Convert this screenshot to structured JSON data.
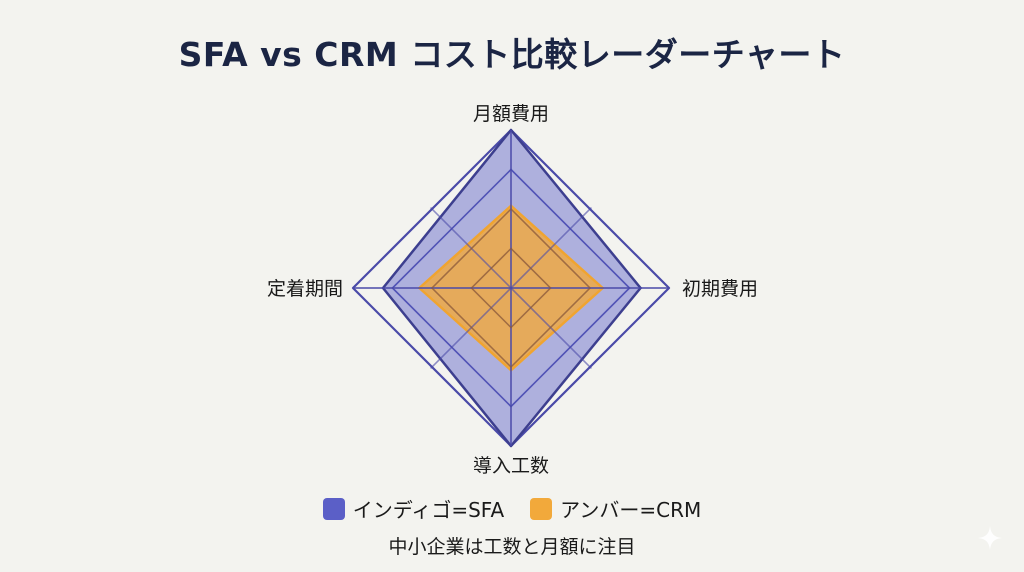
{
  "chart_data": {
    "type": "radar",
    "title": "SFA vs CRM コスト比較レーダーチャート",
    "axes": [
      "月額費用",
      "初期費用",
      "導入工数",
      "定着期間"
    ],
    "range": [
      0,
      1
    ],
    "grid_levels": [
      0.25,
      0.5,
      0.75,
      1.0
    ],
    "series": [
      {
        "name": "SFA",
        "legend": "インディゴ=SFA",
        "values": [
          1.0,
          0.82,
          1.0,
          0.81
        ],
        "color": "#5b5fc7"
      },
      {
        "name": "CRM",
        "legend": "アンバー=CRM",
        "values": [
          0.52,
          0.58,
          0.52,
          0.58
        ],
        "color": "#f2a93b"
      }
    ],
    "legend_position": "bottom",
    "annotation": "中小企業は工数と月額に注目"
  },
  "colors": {
    "background": "#f3f3ef",
    "grid": "#4a4aa8",
    "title": "#1b2544"
  }
}
